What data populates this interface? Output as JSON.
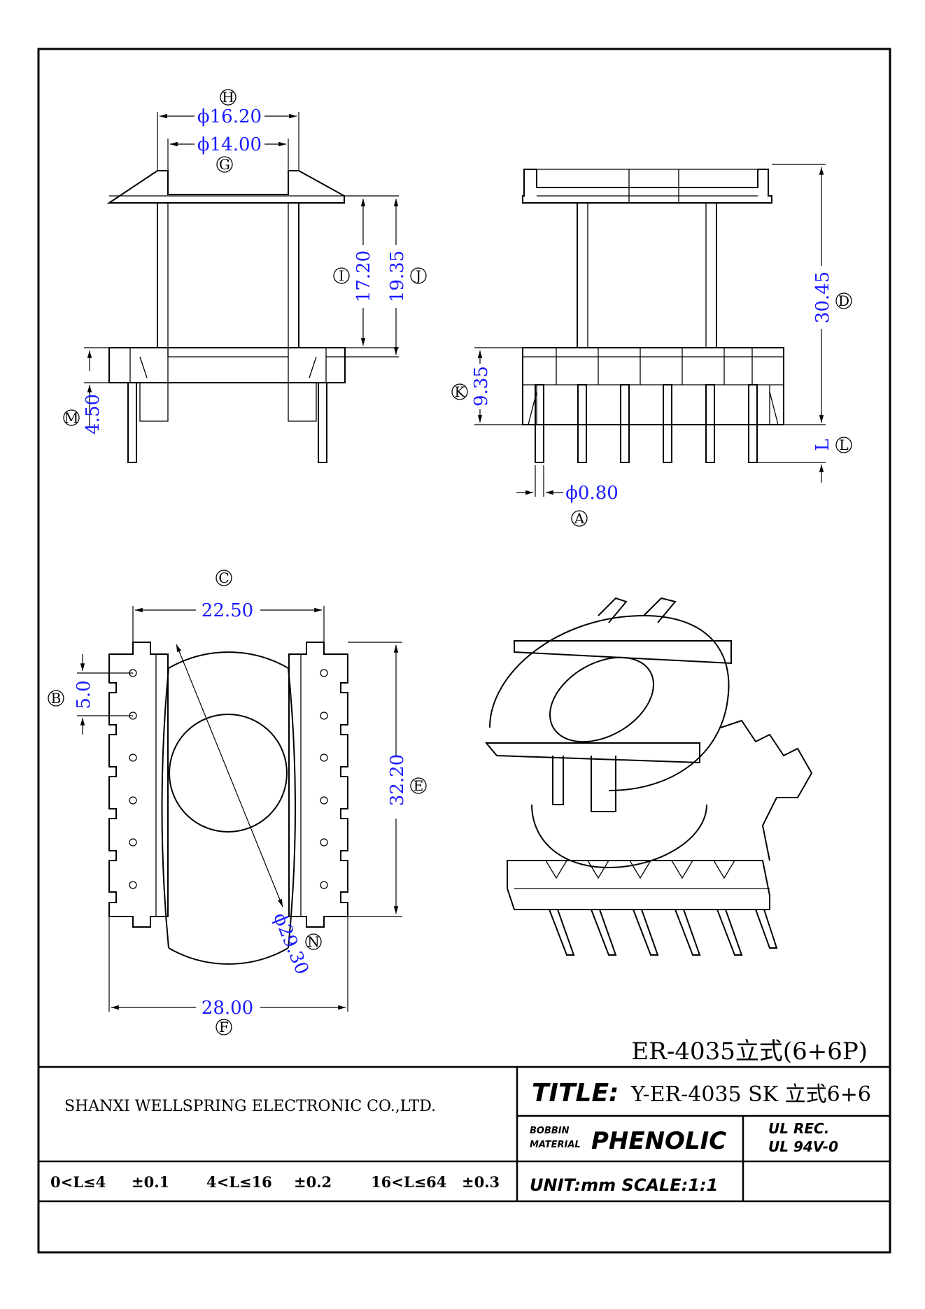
{
  "drawing": {
    "label_h": "H",
    "dim_h": "ϕ16.20",
    "label_g": "G",
    "dim_g": "ϕ14.00",
    "label_i": "I",
    "dim_i": "17.20",
    "label_j": "J",
    "dim_j": "19.35",
    "label_m": "M",
    "dim_m": "4.50",
    "label_d": "D",
    "dim_d": "30.45",
    "label_k": "K",
    "dim_k": "9.35",
    "label_l": "L",
    "dim_l": "L",
    "label_a": "A",
    "dim_a": "ϕ0.80",
    "label_c": "C",
    "dim_c": "22.50",
    "label_b": "B",
    "dim_b": "5.0",
    "label_e": "E",
    "dim_e": "32.20",
    "label_n": "N",
    "dim_n": "ϕ29.30",
    "label_f": "F",
    "dim_f": "28.00",
    "part_caption": "ER-4035立式(6+6P)"
  },
  "title_block": {
    "company": "SHANXI WELLSPRING ELECTRONIC CO.,LTD.",
    "title_label": "TITLE:",
    "title_value": "Y-ER-4035 SK 立式6+6",
    "bobbin_material_label_1": "BOBBIN",
    "bobbin_material_label_2": "MATERIAL",
    "material_value": "PHENOLIC",
    "ul_rec": "UL REC.",
    "ul_grade": "UL 94V-0",
    "unit_scale": "UNIT:mm SCALE:1:1",
    "tolerances": [
      {
        "range": "0<L≤4",
        "tol": "±0.1"
      },
      {
        "range": "4<L≤16",
        "tol": "±0.2"
      },
      {
        "range": "16<L≤64",
        "tol": "±0.3"
      }
    ]
  }
}
